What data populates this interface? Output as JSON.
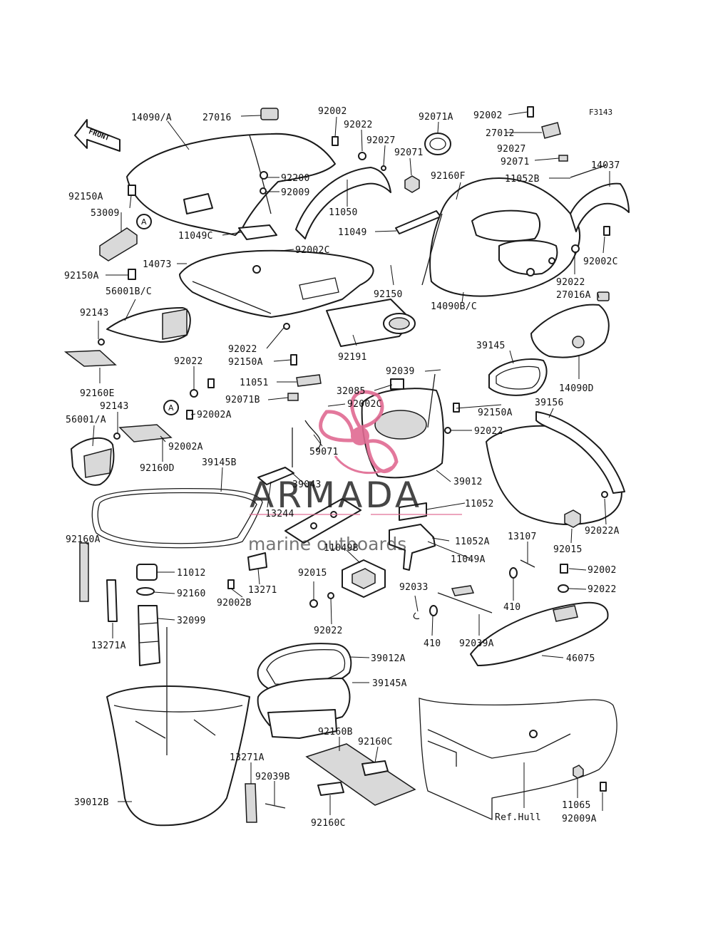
{
  "figure_code": "F3143",
  "front_arrow_label": "FRONT",
  "ref_circle_label": "A",
  "ref_label": "Ref.Hull",
  "watermark": {
    "brand": "ARMADA",
    "tagline": "marine outboards",
    "accent_color": "#e06a92"
  },
  "callouts": [
    "14090/A",
    "27016",
    "92002",
    "92022",
    "92027",
    "92071A",
    "92071",
    "92002",
    "27012",
    "92027",
    "92071",
    "F3143",
    "92200",
    "92009",
    "11050",
    "92160F",
    "11052B",
    "14037",
    "92150A",
    "53009",
    "11049C",
    "11049",
    "92002C",
    "92002C",
    "14073",
    "92150A",
    "92150",
    "92022",
    "56001B/C",
    "27016A",
    "14090B/C",
    "92143",
    "92022",
    "92150A",
    "92191",
    "39145",
    "92160E",
    "92022",
    "11051",
    "92039",
    "32085",
    "14090D",
    "92071B",
    "92002C",
    "92143",
    "92002A",
    "92150A",
    "39156",
    "56001/A",
    "59071",
    "92022",
    "92002A",
    "92160D",
    "39145B",
    "39043",
    "39012",
    "13244",
    "11052",
    "92022A",
    "92160A",
    "11052A",
    "13107",
    "11049B",
    "11049A",
    "92015",
    "11012",
    "92015",
    "92002",
    "92160",
    "13271",
    "92033",
    "92022",
    "92002B",
    "410",
    "32099",
    "92022",
    "410",
    "92039A",
    "13271A",
    "39012A",
    "46075",
    "39145A",
    "92160B",
    "92160C",
    "13271A",
    "92039B",
    "11065",
    "39012B",
    "92160C",
    "92009A"
  ]
}
